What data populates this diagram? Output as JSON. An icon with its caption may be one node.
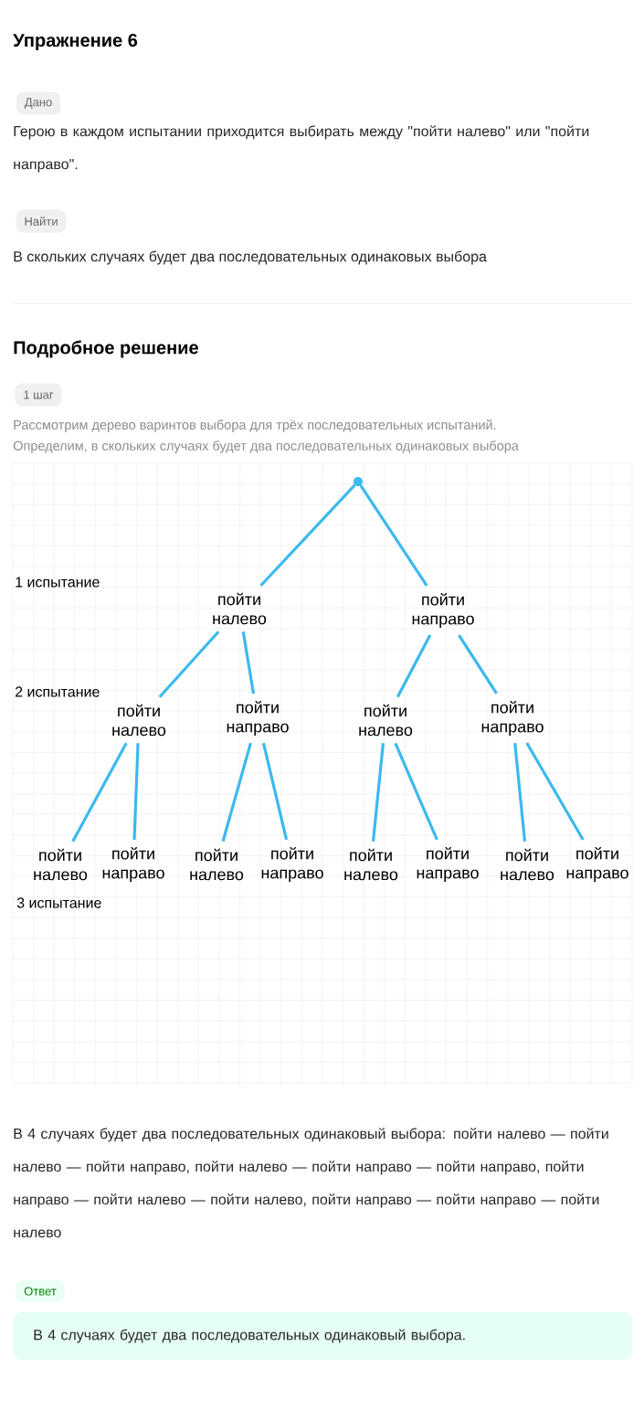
{
  "diagram": {
    "nodes": [
      {
        "text": [
          "Дано"
        ]
      },
      {
        "text": [
          "Найти"
        ]
      },
      {
        "text": [
          "1 шаг"
        ]
      },
      {
        "text": [],
        "shape": "circle"
      },
      {
        "text": [
          "пойти налево"
        ]
      },
      {
        "text": [
          "пойти направо"
        ]
      },
      {
        "text": [
          "пойти налево"
        ]
      },
      {
        "text": [
          "пойти направо"
        ]
      },
      {
        "text": [
          "пойти налево"
        ]
      },
      {
        "text": [
          "пойти направо"
        ]
      },
      {
        "text": [
          "пойти налево"
        ]
      },
      {
        "text": [
          "пойти направо"
        ]
      },
      {
        "text": [
          "пойти налево"
        ]
      },
      {
        "text": [
          "пойти направо"
        ]
      },
      {
        "text": [
          "пойти налево"
        ]
      },
      {
        "text": [
          "пойти направо"
        ]
      },
      {
        "text": [
          "пойти налево"
        ]
      },
      {
        "text": [
          "пойти направо"
        ]
      },
      {
        "text": [
          "Ответ"
        ]
      },
      {
        "text": [
          "В 4 случаях будет два последовательных одинаковый выбора."
        ]
      }
    ],
    "edges": [
      {
        "from": 3,
        "to": 4,
        "arrow": "none"
      },
      {
        "from": 3,
        "to": 5,
        "arrow": "none"
      },
      {
        "from": 4,
        "to": 6,
        "arrow": "none"
      },
      {
        "from": 4,
        "to": 7,
        "arrow": "none"
      },
      {
        "from": 5,
        "to": 8,
        "arrow": "none"
      },
      {
        "from": 5,
        "to": 9,
        "arrow": "none"
      },
      {
        "from": 6,
        "to": 10,
        "arrow": "none"
      },
      {
        "from": 6,
        "to": 11,
        "arrow": "none"
      },
      {
        "from": 7,
        "to": 12,
        "arrow": "none"
      },
      {
        "from": 7,
        "to": 13,
        "arrow": "none"
      },
      {
        "from": 8,
        "to": 14,
        "arrow": "none"
      },
      {
        "from": 8,
        "to": 15,
        "arrow": "none"
      },
      {
        "from": 9,
        "to": 16,
        "arrow": "none"
      },
      {
        "from": 9,
        "to": 17,
        "arrow": "none"
      }
    ],
    "labels": [
      "Упражнение 6",
      "Герою в каждом испытании приходится выбирать между \"пойти налево\" или \"пойти направо\".",
      "В скольких случаях будет два последовательных одинаковых выбора",
      "Подробное решение",
      "Рассмотрим дерево варинтов выбора для трёх последовательных испытаний.",
      "Определим, в скольких случаях будет два последовательных одинаковых выбора",
      "1 испытание",
      "2 испытание",
      "3 испытание",
      "В 4 случаях будет два последовательных одинаковый выбора: пойти налево — пойти налево — пойти направо, пойти налево — пойти направо — пойти направо, пойти направо — пойти налево — пойти налево, пойти направо — пойти направо — пойти налево"
    ]
  }
}
